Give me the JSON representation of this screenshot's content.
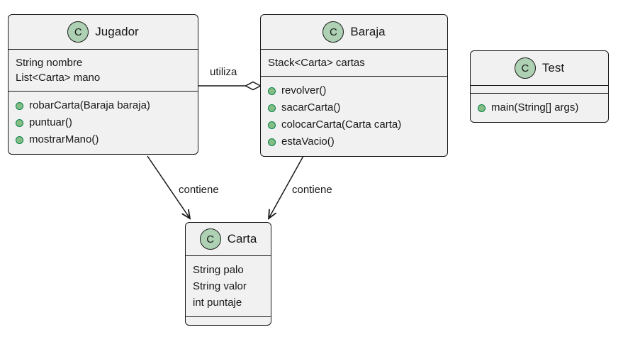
{
  "diagram": {
    "type": "uml-class-diagram",
    "classes": {
      "jugador": {
        "name": "Jugador",
        "icon_letter": "C",
        "attributes": [
          "String nombre",
          "List<Carta> mano"
        ],
        "methods": [
          "robarCarta(Baraja baraja)",
          "puntuar()",
          "mostrarMano()"
        ]
      },
      "baraja": {
        "name": "Baraja",
        "icon_letter": "C",
        "attributes": [
          "Stack<Carta> cartas"
        ],
        "methods": [
          "revolver()",
          "sacarCarta()",
          "colocarCarta(Carta carta)",
          "estaVacio()"
        ]
      },
      "test": {
        "name": "Test",
        "icon_letter": "C",
        "attributes": [],
        "methods": [
          "main(String[] args)"
        ]
      },
      "carta": {
        "name": "Carta",
        "icon_letter": "C",
        "attributes": [
          "String palo",
          "String valor",
          "int puntaje"
        ],
        "methods": []
      }
    },
    "relations": [
      {
        "from": "Jugador",
        "to": "Baraja",
        "label": "utiliza",
        "type": "aggregation"
      },
      {
        "from": "Jugador",
        "to": "Carta",
        "label": "contiene",
        "type": "directed-arrow"
      },
      {
        "from": "Baraja",
        "to": "Carta",
        "label": "contiene",
        "type": "directed-arrow"
      }
    ],
    "colors": {
      "background": "#FFFFFF",
      "box_fill": "#F1F1F1",
      "box_border": "#181818",
      "class_icon_fill": "#ADD1B2",
      "class_icon_border": "#1B1B1B",
      "method_dot_fill": "#84BE84",
      "method_dot_border": "#038048",
      "text": "#181818"
    }
  }
}
